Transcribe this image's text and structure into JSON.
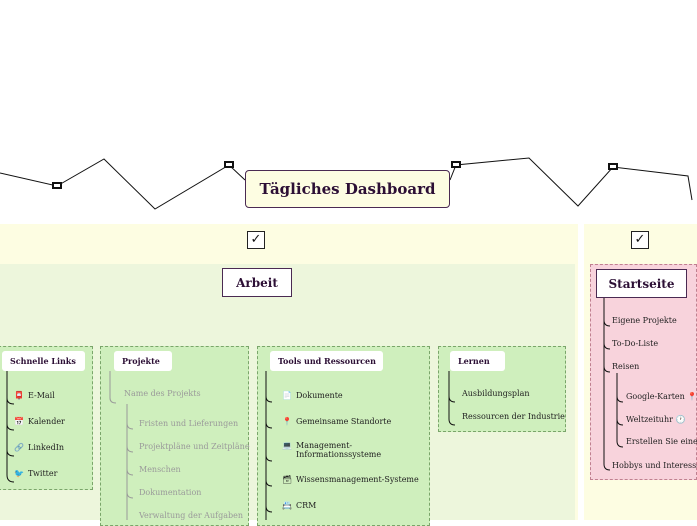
{
  "title": "Tägliches Dashboard",
  "check_glyph": "✓",
  "arbeit": {
    "label": "Arbeit",
    "schnelle_links": {
      "title": "Schnelle Links",
      "items": [
        {
          "label": "E-Mail",
          "icon": "📮"
        },
        {
          "label": "Kalender",
          "icon": "📅"
        },
        {
          "label": "LinkedIn",
          "icon": "🔗"
        },
        {
          "label": "Twitter",
          "icon": "🐦"
        }
      ]
    },
    "projekte": {
      "title": "Projekte",
      "root": "Name des Projekts",
      "items": [
        "Fristen und Lieferungen",
        "Projektpläne und Zeitpläne",
        "Menschen",
        "Dokumentation",
        "Verwaltung der Aufgaben"
      ]
    },
    "tools": {
      "title": "Tools und Ressourcen",
      "items": [
        {
          "label": "Dokumente",
          "icon": "📄"
        },
        {
          "label": "Gemeinsame Standorte",
          "icon": "📍"
        },
        {
          "label": "Management-Informationssysteme",
          "icon": "💻",
          "line1": "Management-",
          "line2": "Informationssysteme"
        },
        {
          "label": "Wissensmanagement-Systeme",
          "icon": "🗃"
        },
        {
          "label": "CRM",
          "icon": "📇"
        }
      ]
    },
    "lernen": {
      "title": "Lernen",
      "items": [
        "Ausbildungsplan",
        "Ressourcen der Industrie"
      ]
    }
  },
  "startseite": {
    "label": "Startseite",
    "items": [
      {
        "label": "Eigene Projekte"
      },
      {
        "label": "To-Do-Liste"
      },
      {
        "label": "Reisen"
      },
      {
        "label": "Google-Karten",
        "icon": "📍"
      },
      {
        "label": "Weltzeituhr",
        "icon": "🕐"
      },
      {
        "label": "Erstellen Sie einen"
      },
      {
        "label": "Hobbys und Interessen"
      }
    ]
  },
  "colors": {
    "title_bg": "#fdfde2",
    "band_yellow": "#fdfde2",
    "work_green": "#edf6dc",
    "panel_green": "#cfefbd",
    "panel_pink": "#f8d3dc",
    "text_dark": "#2c0f35"
  }
}
